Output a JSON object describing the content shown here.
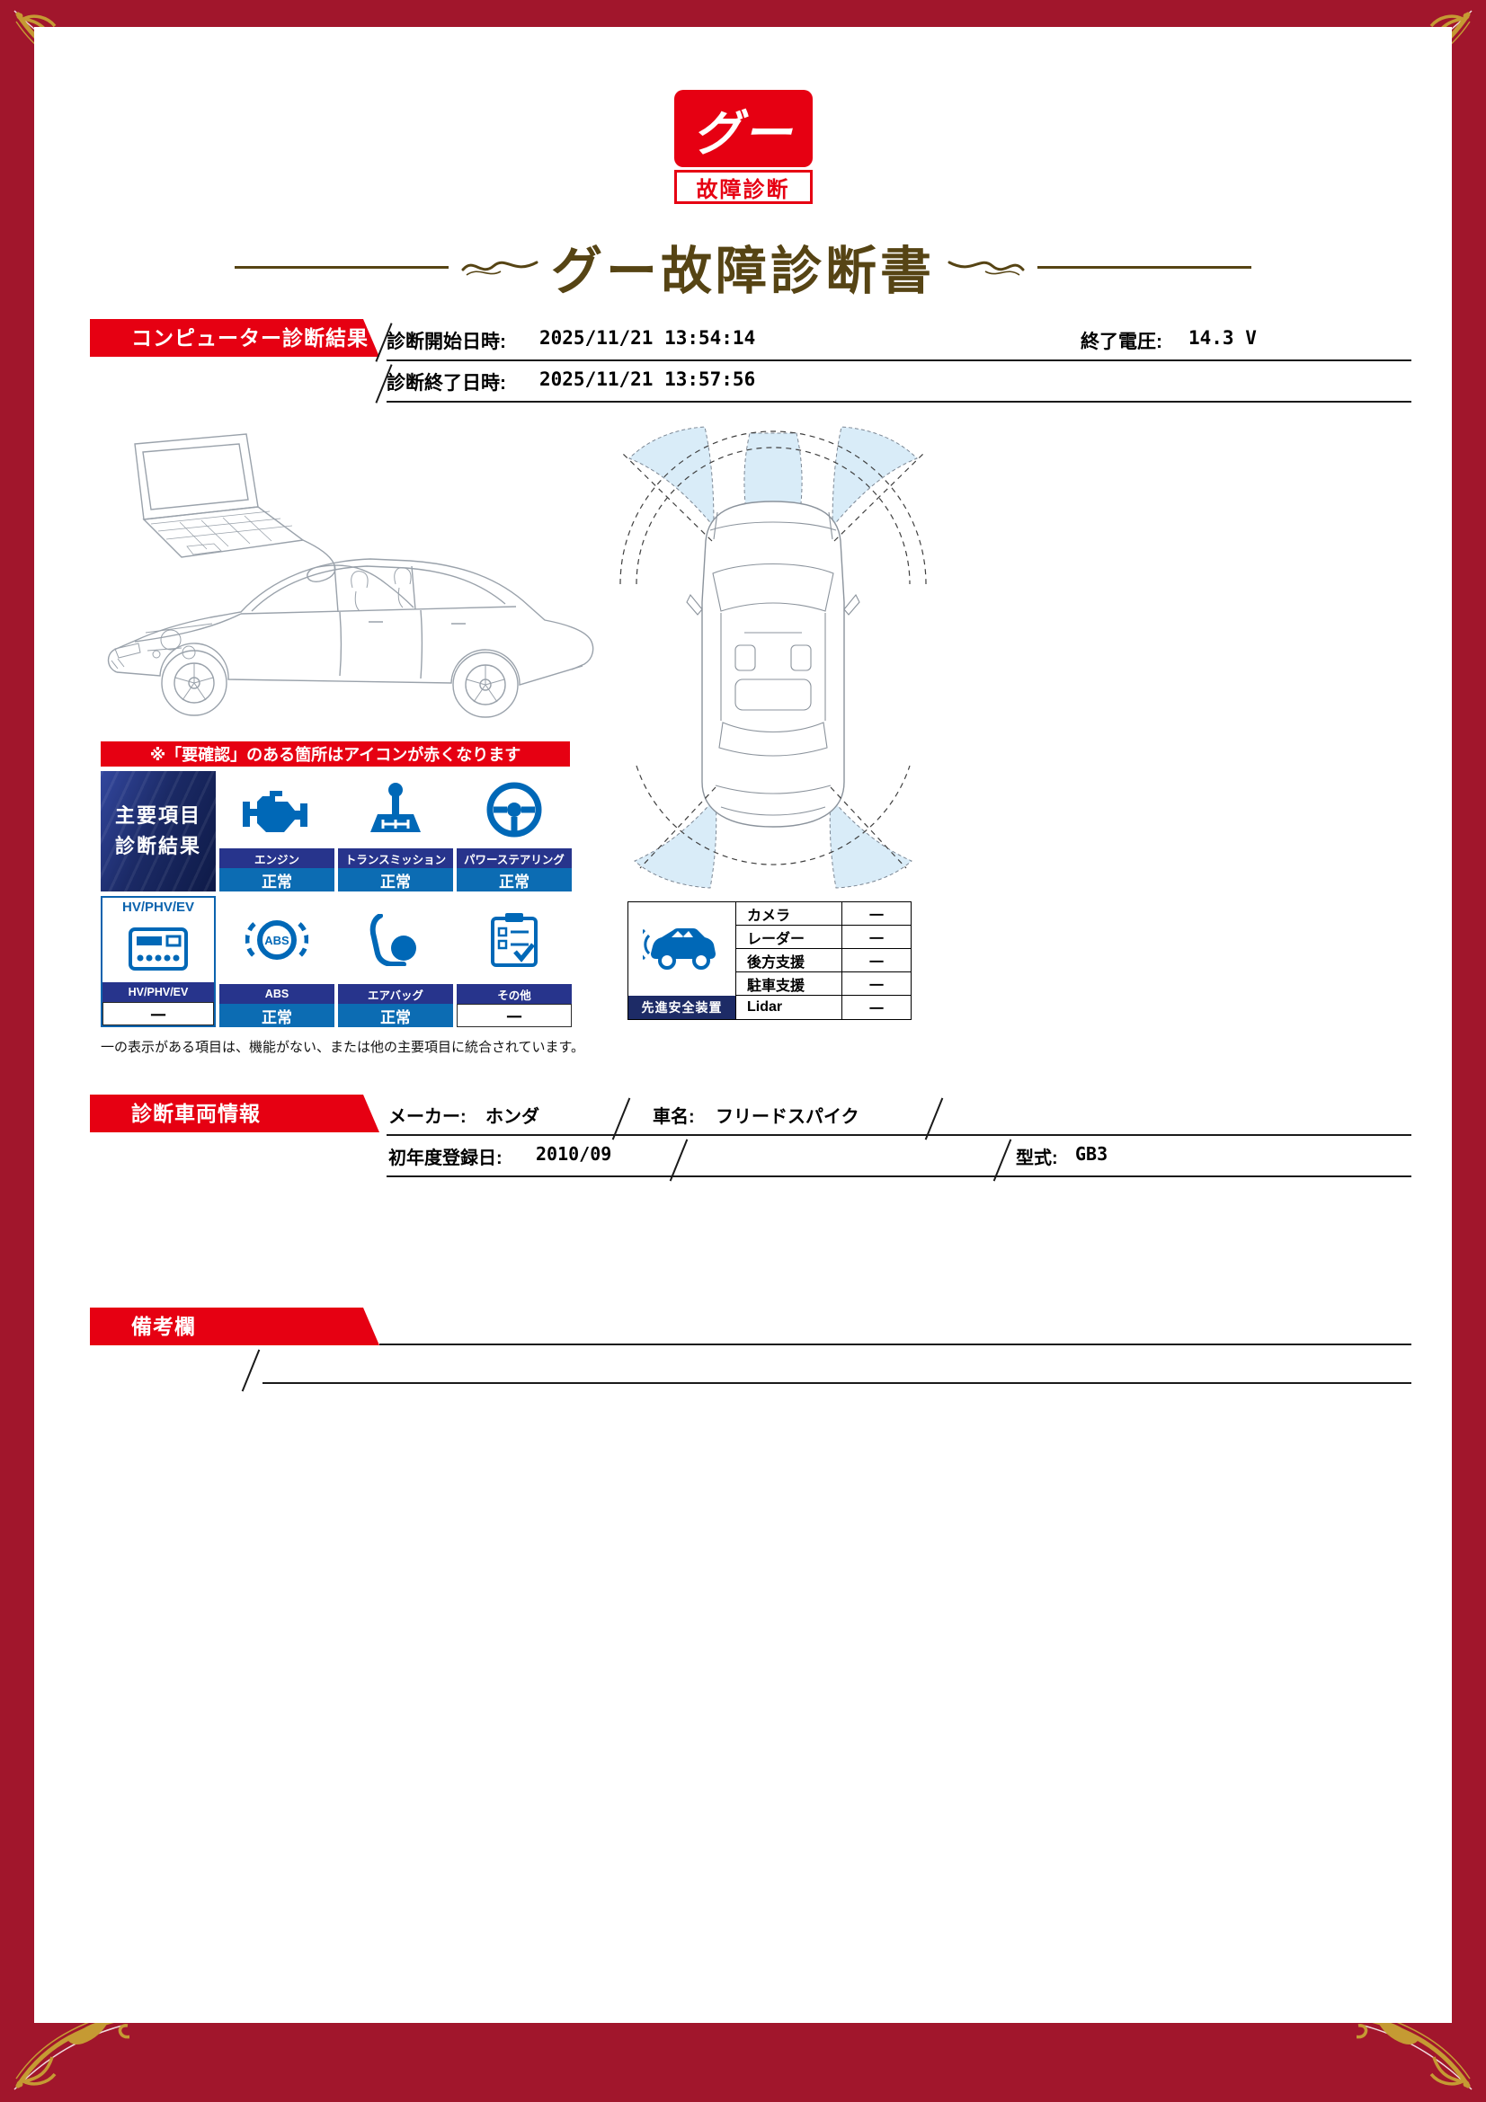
{
  "logo": {
    "mark": "グー",
    "caption": "故障診断"
  },
  "title": "グー故障診断書",
  "computer": {
    "banner": "コンピューター診断結果",
    "start_label": "診断開始日時:",
    "start_value": "2025/11/21 13:54:14",
    "voltage_label": "終了電圧:",
    "voltage_value": "14.3 V",
    "end_label": "診断終了日時:",
    "end_value": "2025/11/21 13:57:56"
  },
  "alert_note": "※「要確認」のある箇所はアイコンが赤くなります",
  "summary": {
    "line1": "主要項目",
    "line2": "診断結果"
  },
  "tiles": [
    {
      "icon": "engine-icon",
      "label": "エンジン",
      "status": "正常"
    },
    {
      "icon": "transmission-icon",
      "label": "トランスミッション",
      "status": "正常"
    },
    {
      "icon": "power-steering-icon",
      "label": "パワーステアリング",
      "status": "正常"
    },
    {
      "icon": "hv-phv-ev-icon",
      "top": "HV/PHV/EV",
      "label": "HV/PHV/EV",
      "status": "一"
    },
    {
      "icon": "abs-icon",
      "label": "ABS",
      "status": "正常"
    },
    {
      "icon": "airbag-icon",
      "label": "エアバッグ",
      "status": "正常"
    },
    {
      "icon": "other-checklist-icon",
      "label": "その他",
      "status": "一"
    }
  ],
  "dash_note": "一の表示がある項目は、機能がない、または他の主要項目に統合されています。",
  "safety": {
    "caption": "先進安全装置",
    "rows": [
      {
        "label": "カメラ",
        "value": "一"
      },
      {
        "label": "レーダー",
        "value": "一"
      },
      {
        "label": "後方支援",
        "value": "一"
      },
      {
        "label": "駐車支援",
        "value": "一"
      },
      {
        "label": "Lidar",
        "value": "一"
      }
    ]
  },
  "vehicle": {
    "banner": "診断車両情報",
    "maker_label": "メーカー:",
    "maker_value": "ホンダ",
    "name_label": "車名:",
    "name_value": "フリードスパイク",
    "reg_label": "初年度登録日:",
    "reg_value": "2010/09",
    "model_label": "型式:",
    "model_value": "GB3"
  },
  "remarks": {
    "banner": "備考欄"
  },
  "colors": {
    "frame_red": "#a1162c",
    "accent_red": "#e60012",
    "navy": "#27348c",
    "status_blue": "#0c6cb3",
    "icon_blue": "#0068b7",
    "gold": "#c59a33",
    "title_brown": "#564414"
  }
}
